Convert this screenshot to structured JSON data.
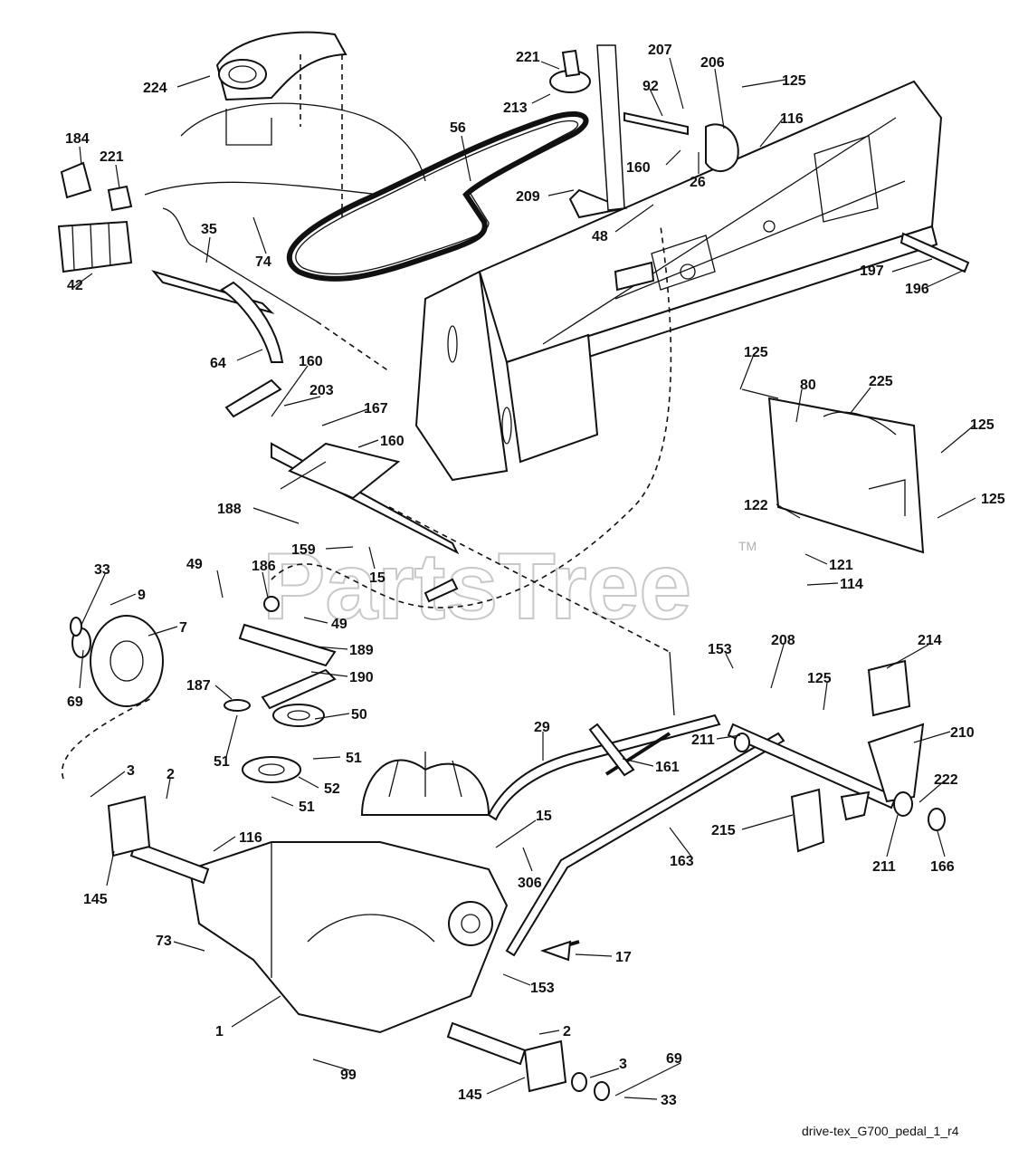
{
  "diagram": {
    "watermark": "PartsTree",
    "watermark_tm": "TM",
    "file_name": "drive-tex_G700_pedal_1_r4",
    "callouts": [
      "224",
      "221",
      "213",
      "207",
      "206",
      "125",
      "56",
      "92",
      "184",
      "221",
      "116",
      "160",
      "26",
      "209",
      "74",
      "48",
      "35",
      "197",
      "196",
      "42",
      "125",
      "80",
      "225",
      "125",
      "64",
      "160",
      "203",
      "167",
      "160",
      "125",
      "188",
      "122",
      "159",
      "15",
      "121",
      "33",
      "49",
      "186",
      "114",
      "9",
      "49",
      "7",
      "189",
      "153",
      "208",
      "214",
      "187",
      "190",
      "69",
      "50",
      "125",
      "211",
      "210",
      "29",
      "51",
      "51",
      "161",
      "3",
      "2",
      "52",
      "222",
      "51",
      "15",
      "215",
      "116",
      "163",
      "211",
      "166",
      "306",
      "145",
      "73",
      "17",
      "153",
      "1",
      "2",
      "99",
      "3",
      "69",
      "145",
      "33"
    ]
  }
}
